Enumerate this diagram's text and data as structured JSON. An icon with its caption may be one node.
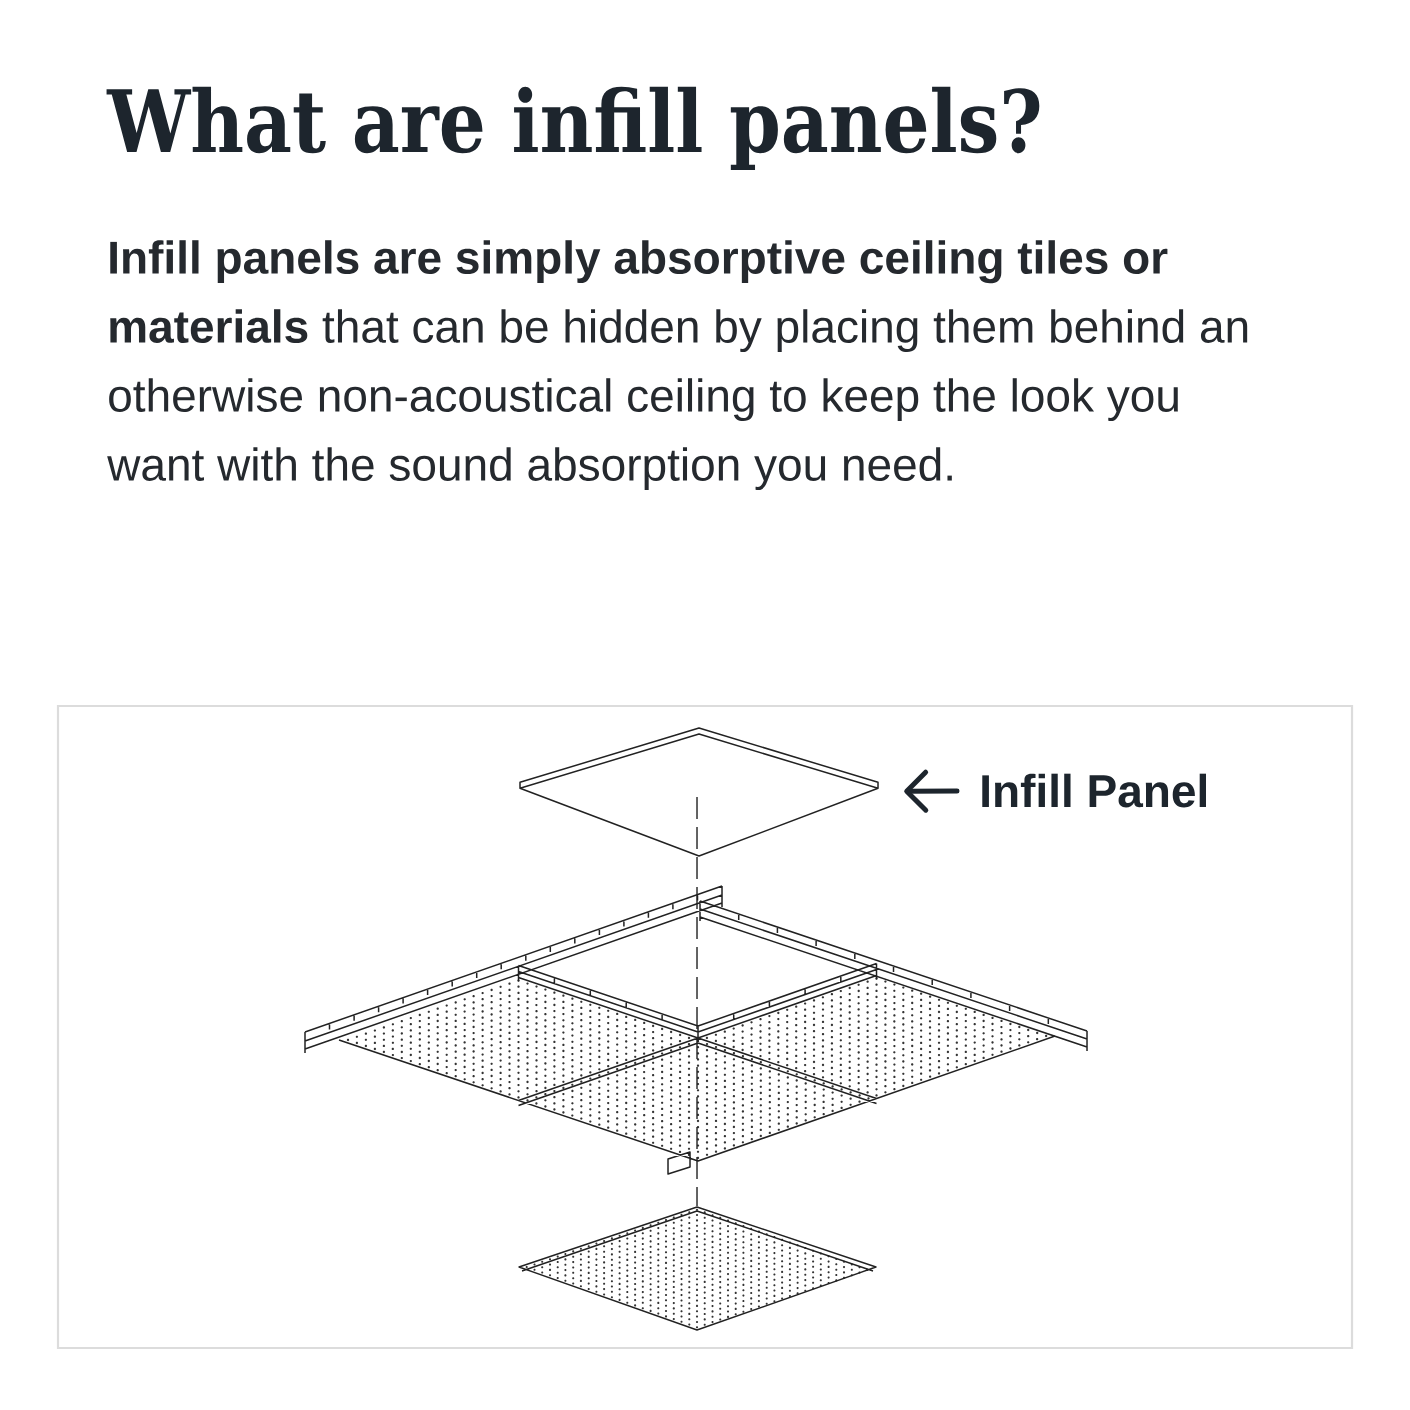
{
  "diagram": {
    "title": "What are infill panels?",
    "nodes": [
      {
        "text": [],
        "shape": "picture"
      },
      {
        "text": [
          "Infill Panel"
        ]
      }
    ],
    "edges": [
      {
        "from": 1,
        "to": 0,
        "arrow": "to"
      }
    ],
    "labels": [
      "**Infill panels are simply absorptive ceiling tiles or materials** that can be hidden by placing them behind an otherwise non-acoustical ceiling to keep the look you want with the sound absorption you need."
    ]
  }
}
